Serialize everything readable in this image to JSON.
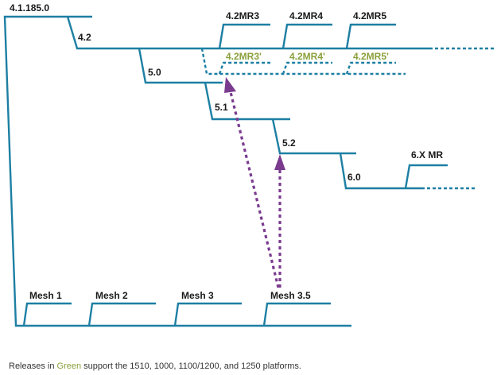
{
  "labels": {
    "root": "4.1.185.0",
    "r42": "4.2",
    "r50": "5.0",
    "r51": "5.1",
    "r52": "5.2",
    "r60": "6.0",
    "r6xmr": "6.X MR",
    "mr3": "4.2MR3",
    "mr4": "4.2MR4",
    "mr5": "4.2MR5",
    "mr3p": "4.2MR3'",
    "mr4p": "4.2MR4'",
    "mr5p": "4.2MR5'",
    "mesh1": "Mesh 1",
    "mesh2": "Mesh 2",
    "mesh3": "Mesh 3",
    "mesh35": "Mesh 3.5"
  },
  "caption": {
    "before": "Releases in ",
    "green": "Green",
    "after": " support the 1510, 1000, 1100/1200, and 1250 platforms."
  },
  "colors": {
    "line": "#1d7fa3",
    "green": "#8aa03a",
    "arrow": "#7a3b8f",
    "text": "#1a1a1a"
  }
}
